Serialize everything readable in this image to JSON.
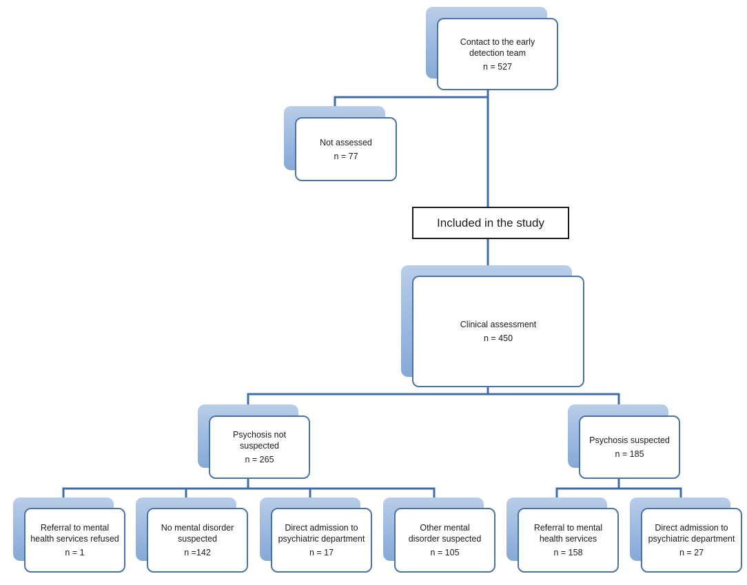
{
  "colors": {
    "connector": "#3f6da8",
    "card_border": "#4a73ac",
    "shadow": "#9ab8e0"
  },
  "nodes": {
    "contact": {
      "label": "Contact to the early detection team",
      "count": "n = 527"
    },
    "not_assessed": {
      "label": "Not assessed",
      "count": "n = 77"
    },
    "included": {
      "label": "Included in the study"
    },
    "clinical": {
      "label": "Clinical assessment",
      "count": "n = 450"
    },
    "not_suspected": {
      "label": "Psychosis not suspected",
      "count": "n = 265"
    },
    "suspected": {
      "label": "Psychosis suspected",
      "count": "n = 185"
    },
    "referral_refused": {
      "label": "Referral to mental health services refused",
      "count": "n = 1"
    },
    "no_disorder": {
      "label": "No mental disorder suspected",
      "count": "n =142"
    },
    "direct_admission_1": {
      "label": "Direct admission to psychiatric department",
      "count": "n = 17"
    },
    "other_disorder": {
      "label": "Other mental disorder suspected",
      "count": "n = 105"
    },
    "referral_services": {
      "label": "Referral to mental health services",
      "count": "n = 158"
    },
    "direct_admission_2": {
      "label": "Direct admission to psychiatric department",
      "count": "n = 27"
    }
  }
}
